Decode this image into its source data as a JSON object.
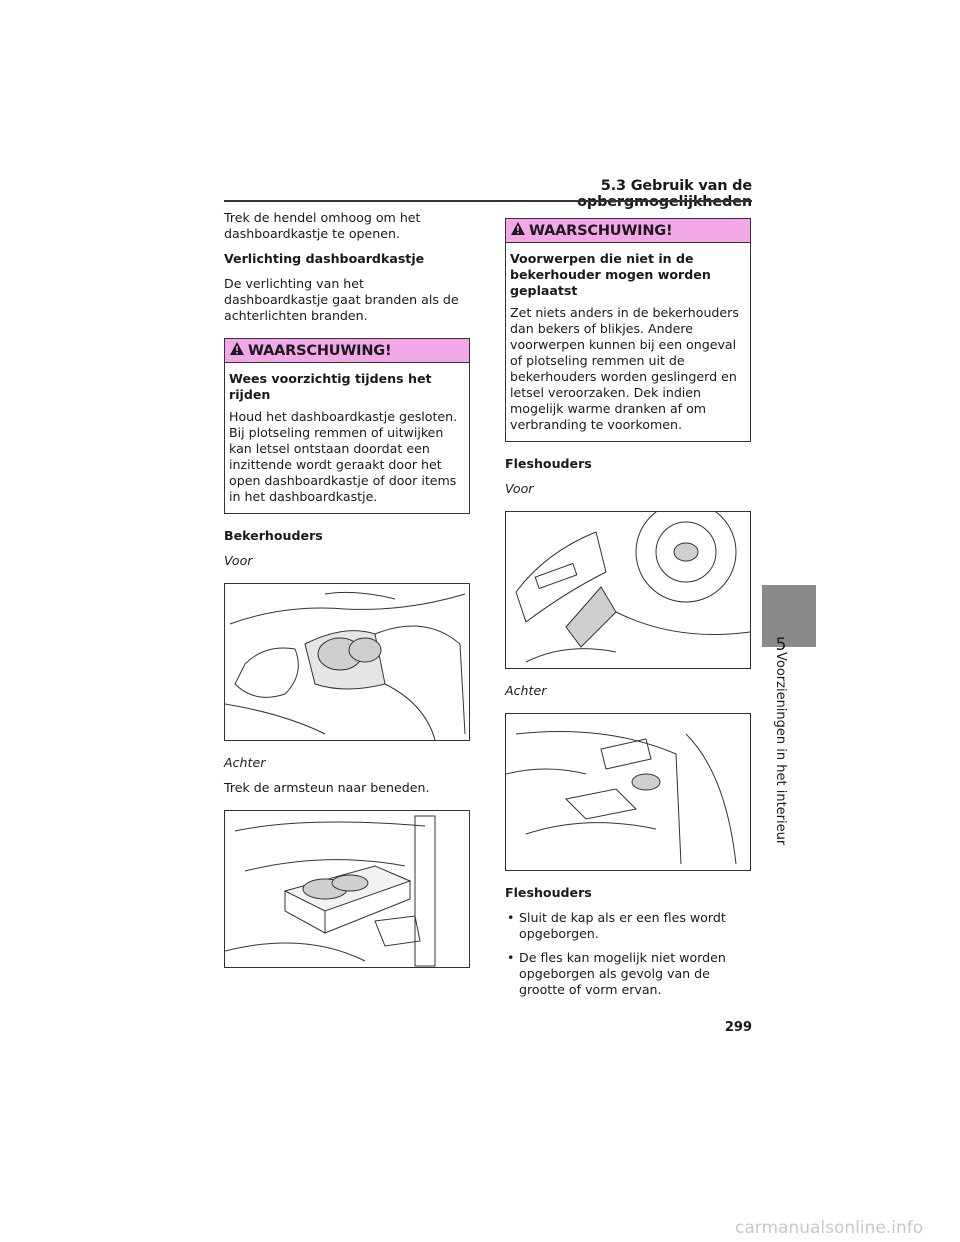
{
  "header": {
    "section_title": "5.3  Gebruik van de opbergmogelijkheden"
  },
  "left": {
    "intro": "Trek de hendel omhoog om het dashboardkastje te openen.",
    "lighting_heading": "Verlichting dashboardkastje",
    "lighting_text": "De verlichting van het dashboardkastje gaat branden als de achterlichten branden.",
    "warning1": {
      "label": "WAARSCHUWING!",
      "title": "Wees voorzichtig tijdens het rijden",
      "text": "Houd het dashboardkastje gesloten. Bij plotseling remmen of uitwijken kan letsel ontstaan doordat een inzittende wordt geraakt door het open dashboardkastje of door items in het dashboardkastje."
    },
    "cupholders_heading": "Bekerhouders",
    "front_label": "Voor",
    "rear_label": "Achter",
    "rear_text": "Trek de armsteun naar beneden."
  },
  "right": {
    "warning2": {
      "label": "WAARSCHUWING!",
      "title": "Voorwerpen die niet in de bekerhouder mogen worden geplaatst",
      "text": "Zet niets anders in de bekerhouders dan bekers of blikjes. Andere voorwerpen kunnen bij een ongeval of plotseling remmen uit de bekerhouders worden geslingerd en letsel veroorzaken. Dek indien mogelijk warme dranken af om verbranding te voorkomen."
    },
    "bottle_heading": "Fleshouders",
    "front_label": "Voor",
    "rear_label": "Achter",
    "bottle_heading2": "Fleshouders",
    "bullets": [
      "Sluit de kap als er een fles wordt opgeborgen.",
      "De fles kan mogelijk niet worden opgeborgen als gevolg van de grootte of vorm ervan."
    ]
  },
  "side_tab": {
    "number": "5",
    "chapter": "Voorzieningen in het interieur"
  },
  "page_number": "299",
  "watermark": "carmanualsonline.info",
  "colors": {
    "warning_header": "#f2a7e8",
    "side_tab": "#8a8a8a"
  }
}
